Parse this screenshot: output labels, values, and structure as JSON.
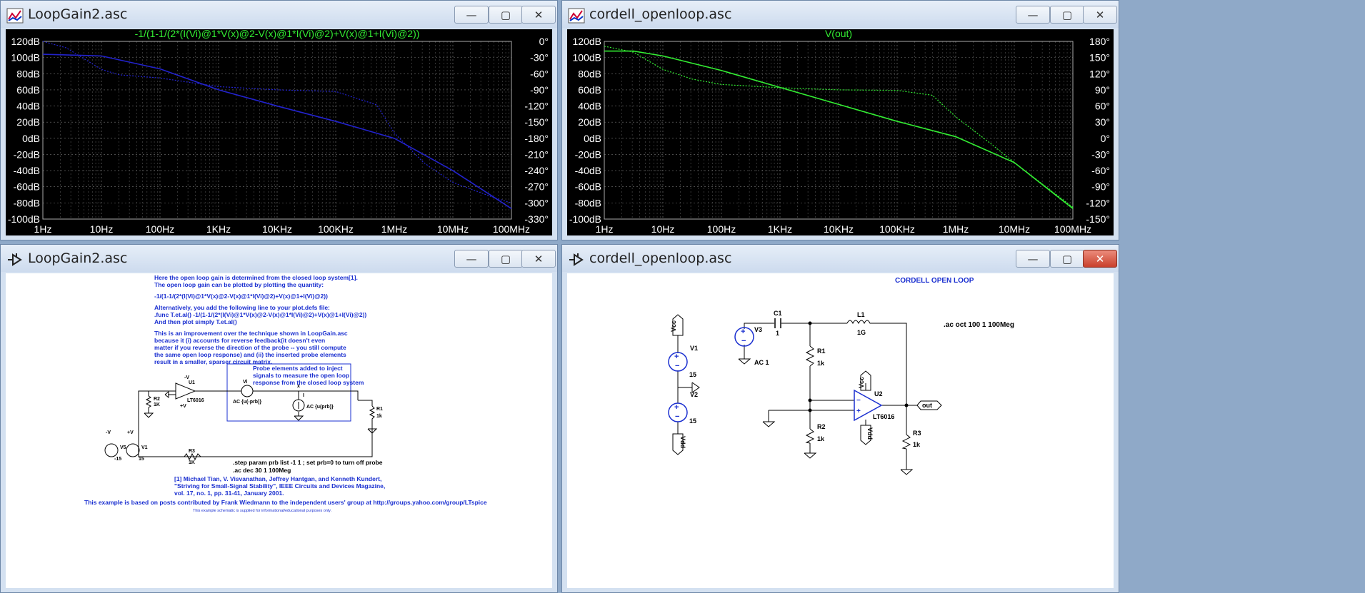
{
  "windows": [
    {
      "title": "LoopGain2.asc",
      "kind": "plot"
    },
    {
      "title": "cordell_openloop.asc",
      "kind": "plot"
    },
    {
      "title": "LoopGain2.asc",
      "kind": "schematic"
    },
    {
      "title": "cordell_openloop.asc",
      "kind": "schematic"
    }
  ],
  "window_buttons": {
    "minimize": "—",
    "maximize": "▢",
    "close": "✕"
  },
  "chart_data": [
    {
      "type": "line",
      "title": "-1/(1-1/(2*(I(Vi)@1*V(x)@2-V(x)@1*I(Vi)@2)+V(x)@1+I(Vi)@2))",
      "xlabel": "",
      "ylabel": "",
      "x_ticks": [
        "1Hz",
        "10Hz",
        "100Hz",
        "1KHz",
        "10KHz",
        "100KHz",
        "1MHz",
        "10MHz",
        "100MHz"
      ],
      "y_ticks": [
        "120dB",
        "100dB",
        "80dB",
        "60dB",
        "40dB",
        "20dB",
        "0dB",
        "-20dB",
        "-40dB",
        "-60dB",
        "-80dB",
        "-100dB"
      ],
      "y2_ticks": [
        "0°",
        "-30°",
        "-60°",
        "-90°",
        "-120°",
        "-150°",
        "-180°",
        "-210°",
        "-240°",
        "-270°",
        "-300°",
        "-330°"
      ],
      "xlim": [
        0,
        8
      ],
      "ylim": [
        -100,
        120
      ],
      "y2lim": [
        -330,
        0
      ],
      "x_scale": "log",
      "grid": true,
      "line_color": "#2222cc",
      "magnitude": {
        "x": [
          0,
          1,
          2,
          3,
          4,
          5,
          6,
          7,
          8
        ],
        "y": [
          104,
          102,
          86,
          60,
          40,
          21,
          0,
          -40,
          -87
        ]
      },
      "phase": {
        "x": [
          0,
          0.4,
          1,
          1.3,
          2,
          3,
          4,
          5,
          5.7,
          6,
          6.5,
          7,
          7.7,
          8
        ],
        "y": [
          0,
          -12,
          -52,
          -62,
          -68,
          -84,
          -90,
          -93,
          -118,
          -170,
          -225,
          -262,
          -290,
          -300
        ]
      }
    },
    {
      "type": "line",
      "title": "V(out)",
      "xlabel": "",
      "ylabel": "",
      "x_ticks": [
        "1Hz",
        "10Hz",
        "100Hz",
        "1KHz",
        "10KHz",
        "100KHz",
        "1MHz",
        "10MHz",
        "100MHz"
      ],
      "y_ticks": [
        "120dB",
        "100dB",
        "80dB",
        "60dB",
        "40dB",
        "20dB",
        "0dB",
        "-20dB",
        "-40dB",
        "-60dB",
        "-80dB",
        "-100dB"
      ],
      "y2_ticks": [
        "180°",
        "150°",
        "120°",
        "90°",
        "60°",
        "30°",
        "0°",
        "-30°",
        "-60°",
        "-90°",
        "-120°",
        "-150°"
      ],
      "xlim": [
        0,
        8
      ],
      "ylim": [
        -100,
        120
      ],
      "y2lim": [
        -150,
        180
      ],
      "x_scale": "log",
      "grid": true,
      "line_color": "#33ee33",
      "magnitude": {
        "x": [
          0,
          0.5,
          1,
          2,
          3,
          4,
          5,
          6,
          7,
          8
        ],
        "y": [
          108,
          108,
          102,
          84,
          63,
          42,
          21,
          2,
          -30,
          -87
        ]
      },
      "phase": {
        "x": [
          0,
          0.5,
          1,
          1.5,
          2,
          3,
          4,
          5,
          5.6,
          6,
          6.6,
          7,
          7.6,
          8
        ],
        "y": [
          171,
          160,
          128,
          110,
          100,
          94,
          90,
          89,
          80,
          40,
          -10,
          -45,
          -95,
          -128
        ]
      }
    }
  ],
  "loopgain_schematic": {
    "notes": [
      "Here the open loop gain is determined from the closed loop system[1].",
      "The open loop gain can be plotted by plotting the quantity:",
      "",
      "-1/(1-1/(2*(I(Vi)@1*V(x)@2-V(x)@1*I(Vi)@2)+V(x)@1+I(Vi)@2))",
      "",
      "Alternatively, you add the following line to your plot.defs file:",
      ".func T.et.al() -1/(1-1/(2*(I(Vi)@1*V(x)@2-V(x)@1*I(Vi)@2)+V(x)@1+I(Vi)@2))",
      "And then plot simply T.et.al()",
      "",
      "This is an improvement over the technique shown in LoopGain.asc",
      "because it (i) accounts for reverse feedback(it doesn't even",
      "matter if you reverse the direction of the probe -- you still compute",
      "the same open loop response) and (ii) the inserted probe elements",
      "result in a smaller, sparser circuit matrix."
    ],
    "probe_note": [
      "Probe elements added to  inject",
      "signals to measure the open loop",
      "response from the closed loop system"
    ],
    "directive1": ".step param prb list -1 1 ; set prb=0 to turn off probe",
    "directive2": ".ac dec 30 1 100Meg",
    "references": [
      "[1] Michael Tian, V. Visvanathan, Jeffrey Hantgan, and Kenneth Kundert,",
      "   \"Striving for Small-Signal Stability\", IEEE Circuits and Devices Magazine,",
      "   vol. 17, no. 1, pp. 31-41, January 2001."
    ],
    "footer": "This example is based on posts contributed by Frank Wiedmann to the independent users' group at http://groups.yahoo.com/group/LTspice",
    "copyright": "This example schematic is supplied for informational/educational purposes only.",
    "labels": {
      "u1": "U1",
      "lt": "LT6016",
      "r2": "R2",
      "r2v": "1K",
      "r3": "R3",
      "r3v": "1K",
      "r1": "R1",
      "r1v": "1k",
      "vi": "Vi",
      "vi_val": "AC {u(-prb)}",
      "i": "I",
      "i_val": "AC {u(prb)}",
      "x": "x",
      "v5": "V5",
      "v5v": "-15",
      "v1": "V1",
      "v1v": "15",
      "neg": "-V",
      "pos": "+V"
    }
  },
  "cordell_schematic": {
    "title": "CORDELL OPEN LOOP",
    "directive": ".ac oct 100 1 100Meg",
    "labels": {
      "vcc": "Vcc",
      "vdd": "Vdd",
      "v1": "V1",
      "v1v": "15",
      "v2": "V2",
      "v2v": "15",
      "v3": "V3",
      "v3v": "AC 1",
      "c1": "C1",
      "c1v": "1",
      "l1": "L1",
      "l1v": "1G",
      "r1": "R1",
      "r1v": "1k",
      "r2": "R2",
      "r2v": "1k",
      "r3": "R3",
      "r3v": "1k",
      "u2": "U2",
      "lt": "LT6016",
      "out": "out"
    }
  }
}
